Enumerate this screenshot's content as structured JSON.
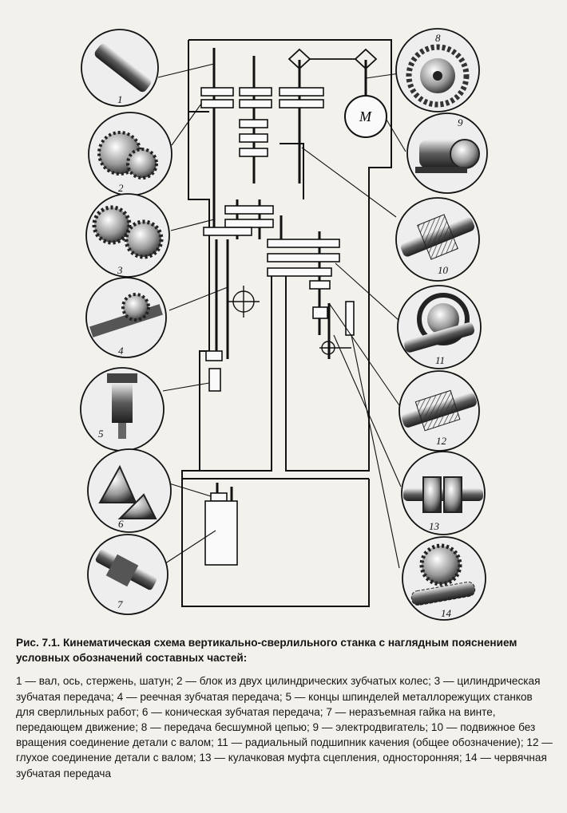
{
  "figure": {
    "motor_label": "M",
    "items": [
      {
        "num": "1",
        "desc": "вал, ось, стержень, шатун"
      },
      {
        "num": "2",
        "desc": "блок из двух цилиндрических зубчатых колес"
      },
      {
        "num": "3",
        "desc": "цилиндрическая зубчатая передача"
      },
      {
        "num": "4",
        "desc": "реечная зубчатая передача"
      },
      {
        "num": "5",
        "desc": "концы шпинделей металлорежущих станков для сверлильных работ"
      },
      {
        "num": "6",
        "desc": "коническая зубчатая передача"
      },
      {
        "num": "7",
        "desc": "неразъемная гайка на винте, передающем движение"
      },
      {
        "num": "8",
        "desc": "передача бесшумной цепью"
      },
      {
        "num": "9",
        "desc": "электродвигатель"
      },
      {
        "num": "10",
        "desc": "подвижное без вращения соединение детали с валом"
      },
      {
        "num": "11",
        "desc": "радиальный подшипник качения (общее обозначение)"
      },
      {
        "num": "12",
        "desc": "глухое соединение детали с валом"
      },
      {
        "num": "13",
        "desc": "кулачковая муфта сцепления, односторонняя"
      },
      {
        "num": "14",
        "desc": "червячная зубчатая передача"
      }
    ]
  },
  "caption": {
    "title": "Рис. 7.1. Кинематическая схема вертикально-сверлильного станка с наглядным пояснением условных обозначений составных частей:",
    "legend": "1 — вал, ось, стержень, шатун; 2 — блок из двух цилиндрических зубчатых колес; 3 — цилиндрическая зубчатая передача; 4 — реечная зубчатая передача; 5 — концы шпинделей металлорежущих станков для сверлильных работ; 6 — коническая зубчатая передача; 7 — неразъемная гайка на винте, передающем движение; 8 — передача бесшумной цепью; 9 — электродвигатель; 10 — подвижное без вращения соединение детали с валом; 11 — радиальный подшипник качения (общее обозначение); 12 — глухое соединение детали с валом; 13 — кулачковая муфта сцепления, односторонняя; 14 — червячная зубчатая передача"
  }
}
